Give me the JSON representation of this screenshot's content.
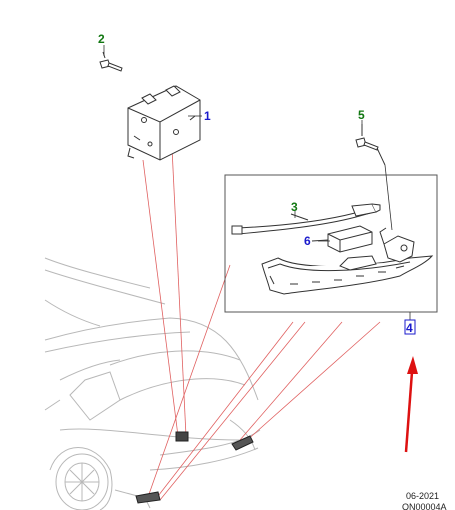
{
  "callouts": [
    {
      "id": "1",
      "label": "1",
      "color": "#1a1acc"
    },
    {
      "id": "2",
      "label": "2",
      "color": "#117711"
    },
    {
      "id": "3",
      "label": "3",
      "color": "#117711"
    },
    {
      "id": "4",
      "label": "4",
      "color": "#1a1acc",
      "highlighted": true
    },
    {
      "id": "5",
      "label": "5",
      "color": "#117711"
    },
    {
      "id": "6",
      "label": "6",
      "color": "#1a1acc"
    }
  ],
  "footer": {
    "date": "06-2021",
    "code": "QN00004A"
  },
  "colors": {
    "leader_red": "#e06060",
    "arrow_red": "#dd1111",
    "linework": "#333333",
    "ghost_car": "#b8b8b8"
  }
}
